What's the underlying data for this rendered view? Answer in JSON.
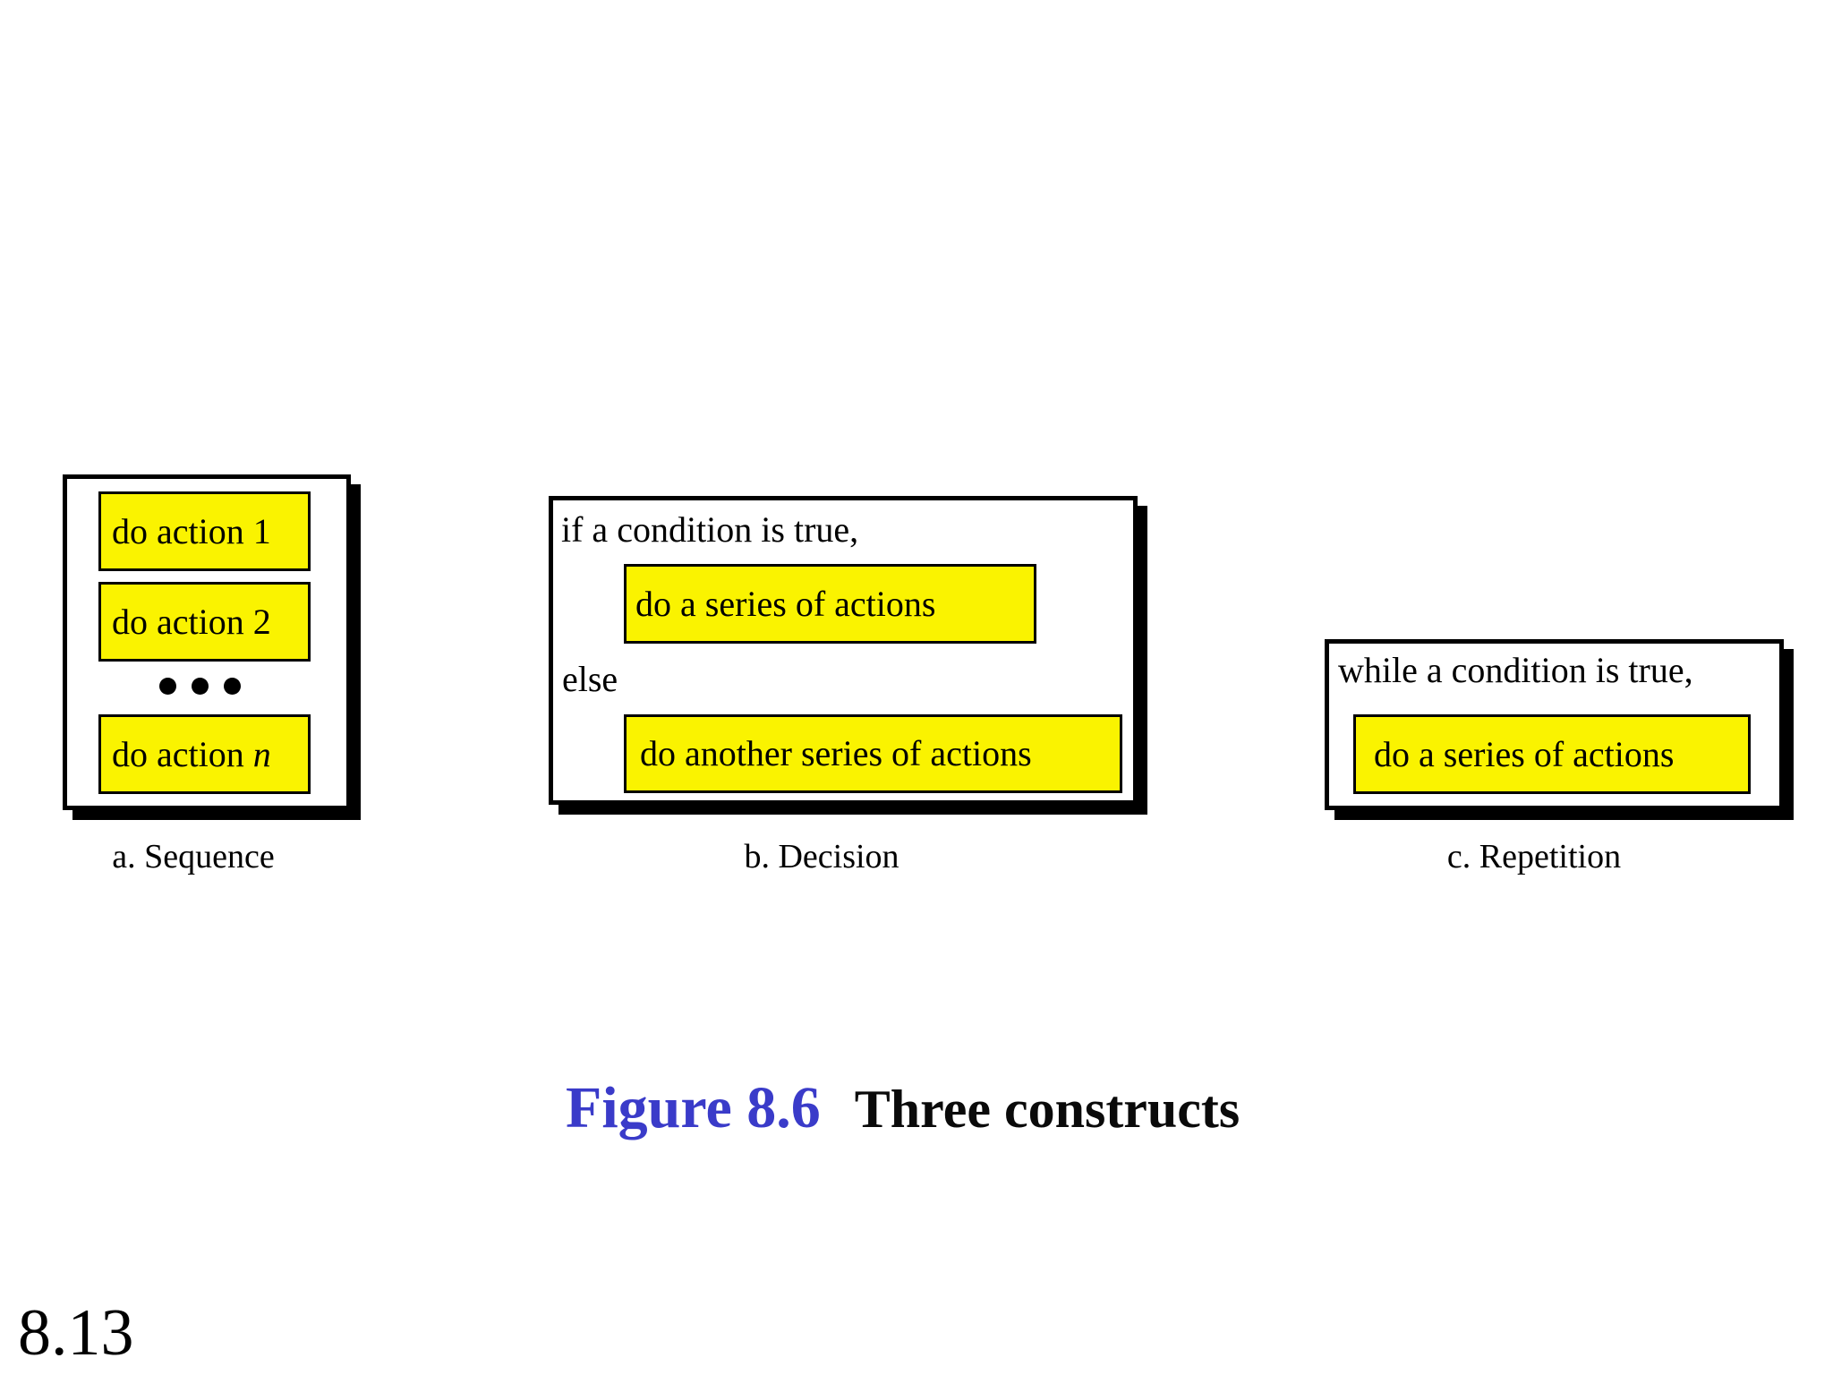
{
  "colors": {
    "accent_blue": "#3a3bc9",
    "highlight_yellow": "#faf300",
    "line_black": "#000000",
    "background": "#ffffff"
  },
  "panels": [
    {
      "name": "sequence",
      "caption": "a. Sequence",
      "boxes": [
        {
          "text": "do action 1"
        },
        {
          "text": "do action 2"
        },
        {
          "prefix": "do action ",
          "variable": "n"
        }
      ],
      "ellipsis_dots": 3
    },
    {
      "name": "decision",
      "caption": "b. Decision",
      "if_label": "if a condition is true,",
      "then_box": "do a series of actions",
      "else_label": "else",
      "else_box": "do another series of actions"
    },
    {
      "name": "repetition",
      "caption": "c. Repetition",
      "while_label": "while a condition is true,",
      "body_box": "do a series of actions"
    }
  ],
  "figure": {
    "label": "Figure 8.6",
    "title": "Three constructs",
    "page_number": "8.13"
  }
}
